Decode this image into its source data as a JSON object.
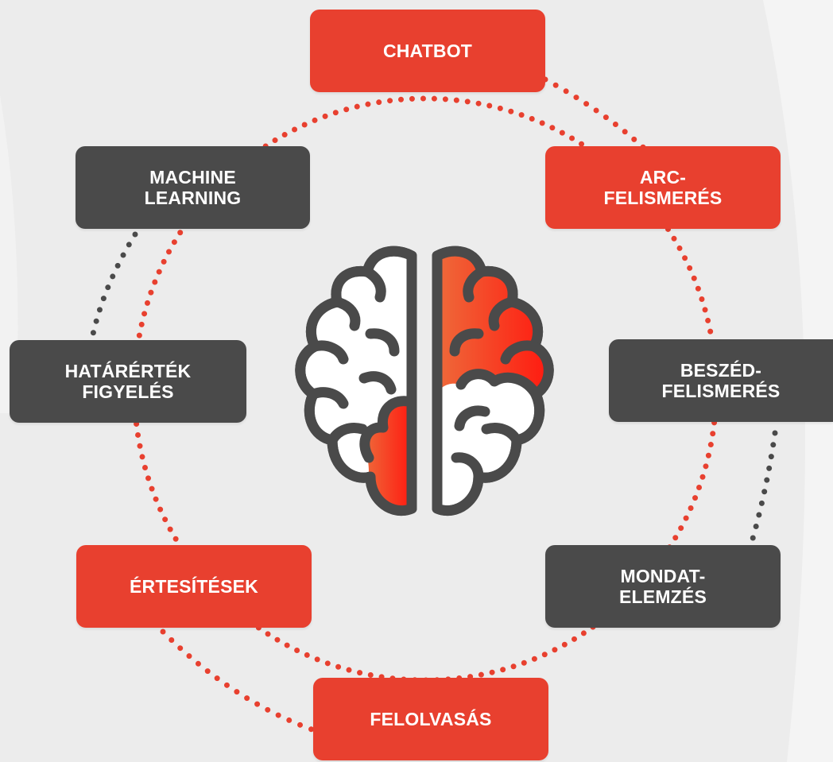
{
  "colors": {
    "accent_red": "#e8402f",
    "dark_gray": "#4a4a4a",
    "background": "#ececec",
    "brain_outline": "#4a4a4a"
  },
  "center_icon": "brain-icon",
  "nodes": {
    "chatbot": "CHATBOT",
    "machine_learning": "MACHINE\nLEARNING",
    "arc_felismeres": "ARC-\nFELISMERÉS",
    "hatarertek_figyeles": "HATÁRÉRTÉK\nFIGYELÉS",
    "beszed_felismeres": "BESZÉD-\nFELISMERÉS",
    "ertesitesek": "ÉRTESÍTÉSEK",
    "mondat_elemzes": "MONDAT-\nELEMZÉS",
    "felolvasas": "FELOLVASÁS"
  }
}
